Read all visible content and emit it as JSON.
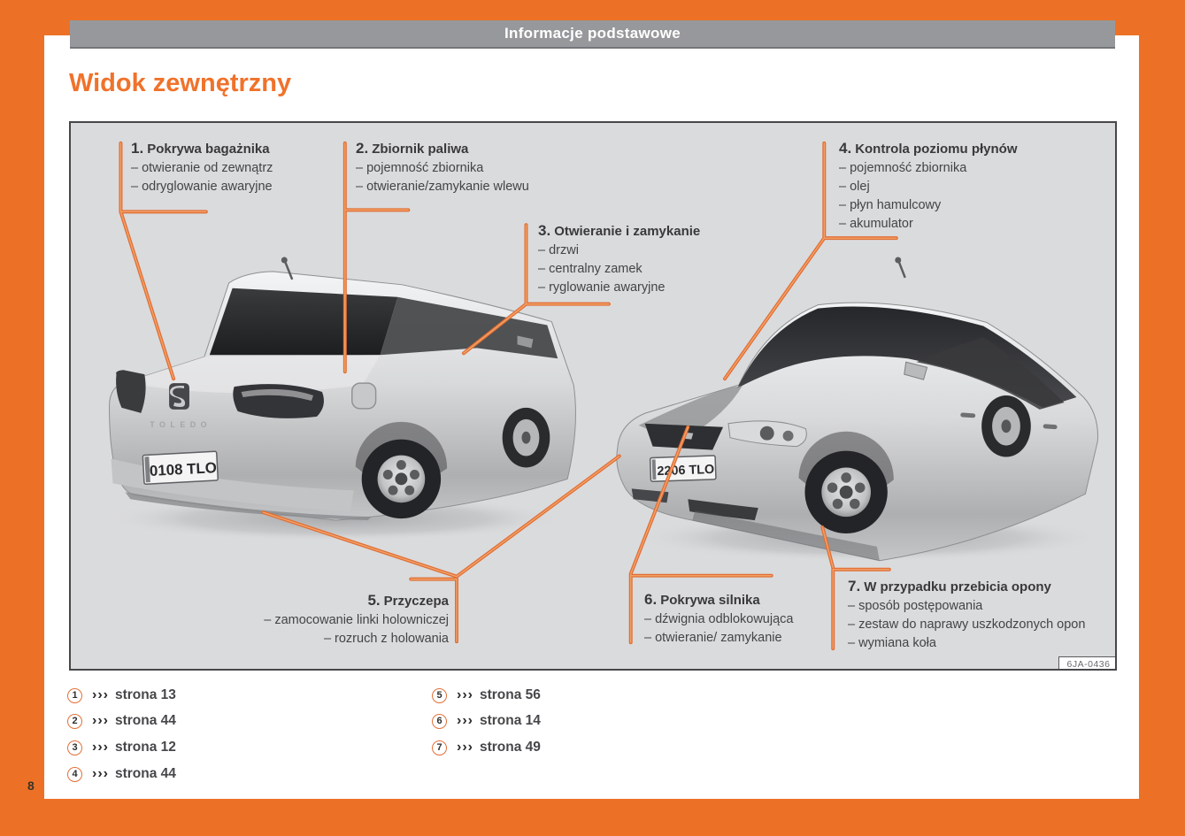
{
  "page": {
    "header": "Informacje podstawowe",
    "title": "Widok zewnętrzny",
    "number": "8",
    "figure_code": "6JA-0436"
  },
  "callouts": [
    {
      "num": "1.",
      "title": "Pokrywa bagażnika",
      "items": [
        "– otwieranie od zewnątrz",
        "– odryglowanie awaryjne"
      ]
    },
    {
      "num": "2.",
      "title": "Zbiornik paliwa",
      "items": [
        "– pojemność zbiornika",
        "– otwieranie/zamykanie wlewu"
      ]
    },
    {
      "num": "3.",
      "title": "Otwieranie i zamykanie",
      "items": [
        "– drzwi",
        "– centralny zamek",
        "– ryglowanie awaryjne"
      ]
    },
    {
      "num": "4.",
      "title": "Kontrola poziomu płynów",
      "items": [
        "– pojemność zbiornika",
        "– olej",
        "– płyn hamulcowy",
        "– akumulator"
      ]
    },
    {
      "num": "5.",
      "title": "Przyczepa",
      "items": [
        "– zamocowanie linki holowniczej",
        "– rozruch z holowania"
      ]
    },
    {
      "num": "6.",
      "title": "Pokrywa silnika",
      "items": [
        "– dźwignia odblokowująca",
        "– otwieranie/ zamykanie"
      ]
    },
    {
      "num": "7.",
      "title": "W przypadku przebicia opony",
      "items": [
        "– sposób postępowania",
        "– zestaw do naprawy uszkodzonych opon",
        "– wymiana koła"
      ]
    }
  ],
  "references": [
    {
      "num": "1",
      "arrow": "›››",
      "page": "strona 13"
    },
    {
      "num": "2",
      "arrow": "›››",
      "page": "strona 44"
    },
    {
      "num": "3",
      "arrow": "›››",
      "page": "strona 12"
    },
    {
      "num": "4",
      "arrow": "›››",
      "page": "strona 44"
    },
    {
      "num": "5",
      "arrow": "›››",
      "page": "strona 56"
    },
    {
      "num": "6",
      "arrow": "›››",
      "page": "strona 14"
    },
    {
      "num": "7",
      "arrow": "›››",
      "page": "strona 49"
    }
  ],
  "cars": {
    "rear_plate": "0108 TLO",
    "rear_badge": "TOLEDO",
    "front_plate": "2206 TLO"
  },
  "colors": {
    "frame_orange": "#EC7126",
    "title_orange": "#F0722B",
    "callout_line_orange": "#E06F35",
    "header_gray": "#97989B",
    "diagram_bg": "#DADBDD",
    "text_dark": "#3E3F41"
  }
}
